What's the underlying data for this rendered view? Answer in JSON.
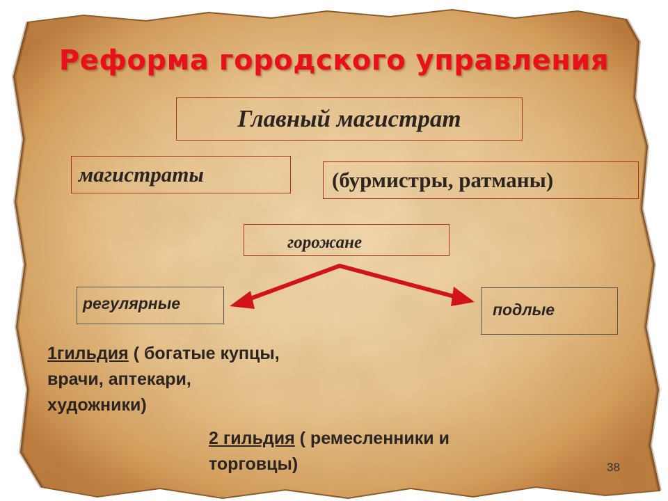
{
  "slide": {
    "title": "Реформа городского управления",
    "page_number": "38"
  },
  "diagram": {
    "main_box": "Главный магистрат",
    "magistrates_box": "магистраты",
    "members_box": "(бурмистры, ратманы)",
    "citizens_box": "горожане",
    "regular_box": "регулярные",
    "lowly_box": "подлые",
    "guild1": {
      "label": "1гильдия",
      "desc": " ( богатые купцы, врачи, аптекари, художники)"
    },
    "guild2": {
      "label": "2 гильдия",
      "desc": " ( ремесленники и торговцы)"
    },
    "colors": {
      "title": "#e8101a",
      "arrow": "#d0141a",
      "box_border": "#b0301c",
      "paper": "#e9c99b"
    }
  }
}
